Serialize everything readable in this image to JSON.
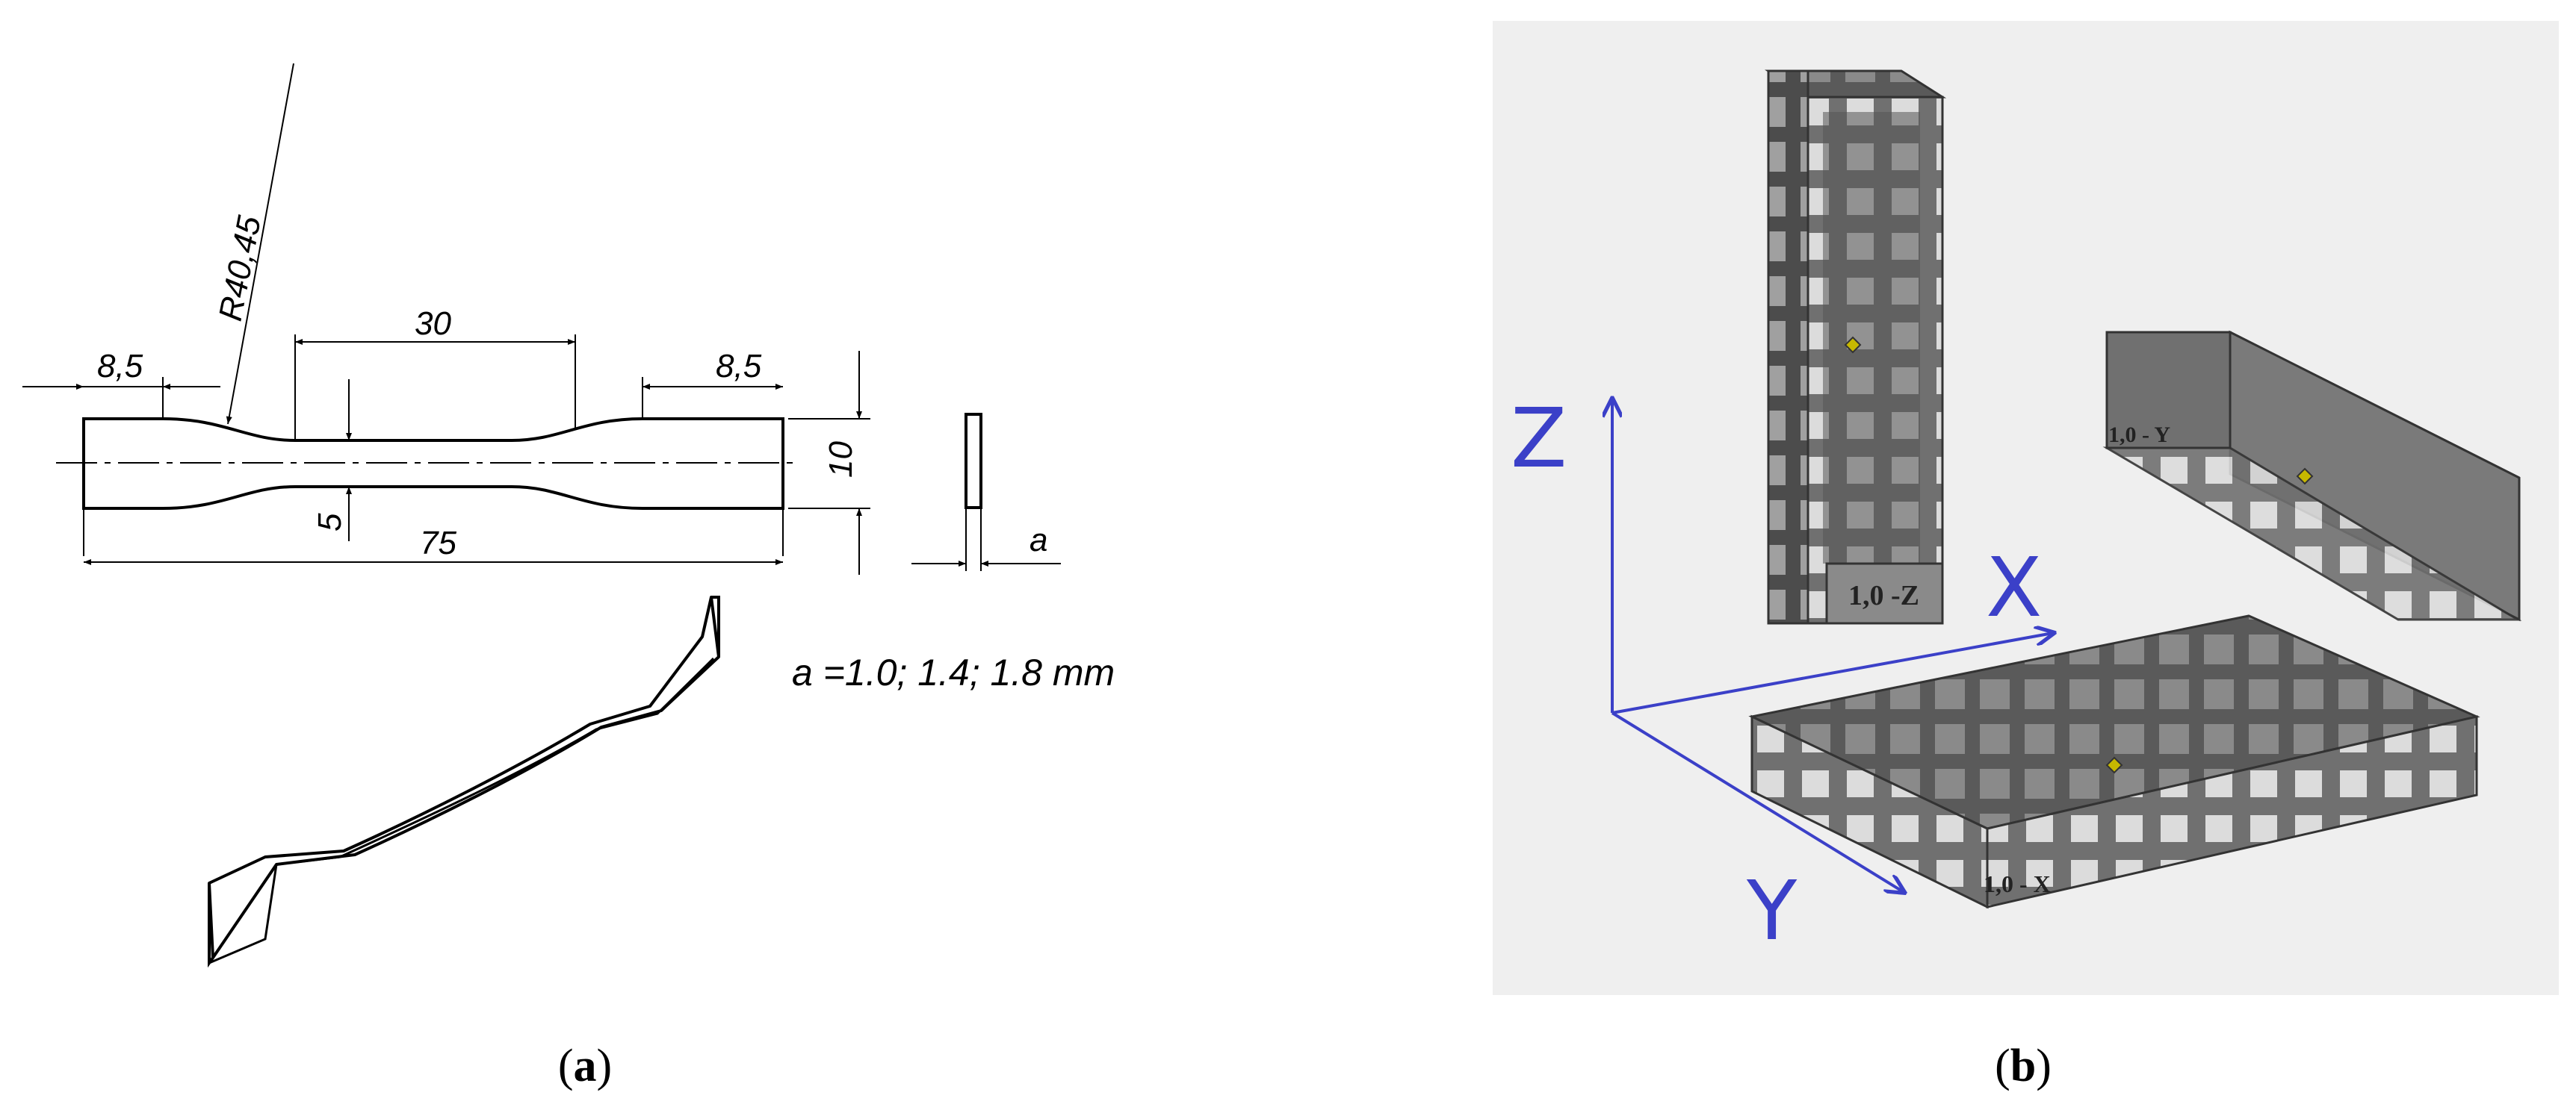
{
  "panel_a": {
    "dims": {
      "radius": "R40,45",
      "gauge_length": "30",
      "end_left": "8,5",
      "end_right": "8,5",
      "total_length": "75",
      "width": "10",
      "neck_width": "5",
      "thickness": "a"
    },
    "thickness_note": "a =1.0; 1.4; 1.8 mm",
    "caption": {
      "open": "(",
      "letter": "a",
      "close": ")"
    }
  },
  "panel_b": {
    "axes": {
      "z": "Z",
      "x": "X",
      "y": "Y"
    },
    "labels": {
      "z_specimen": "1,0 -Z",
      "y_specimen": "1,0 - Y",
      "x_specimen": "1,0 - X"
    },
    "background": "#efefef",
    "lattice_color": "#6f6f6f",
    "axis_color": "#3b40c8",
    "caption": {
      "open": "(",
      "letter": "b",
      "close": ")"
    }
  }
}
